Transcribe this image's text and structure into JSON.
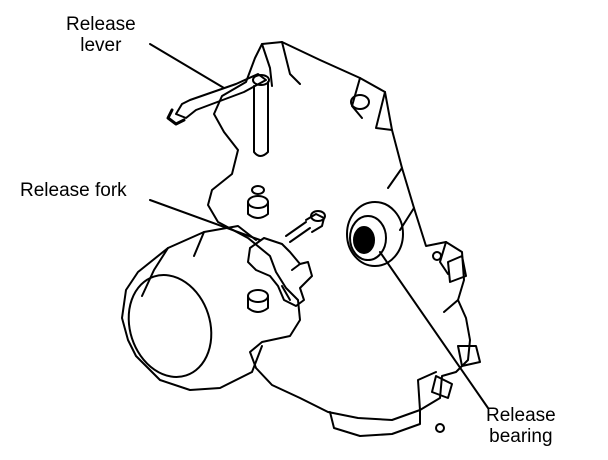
{
  "labels": {
    "release_lever": [
      "Release",
      "lever"
    ],
    "release_fork": "Release fork",
    "release_bearing": [
      "Release",
      "bearing"
    ]
  },
  "colors": {
    "ink": "#000000",
    "paper": "#ffffff"
  }
}
